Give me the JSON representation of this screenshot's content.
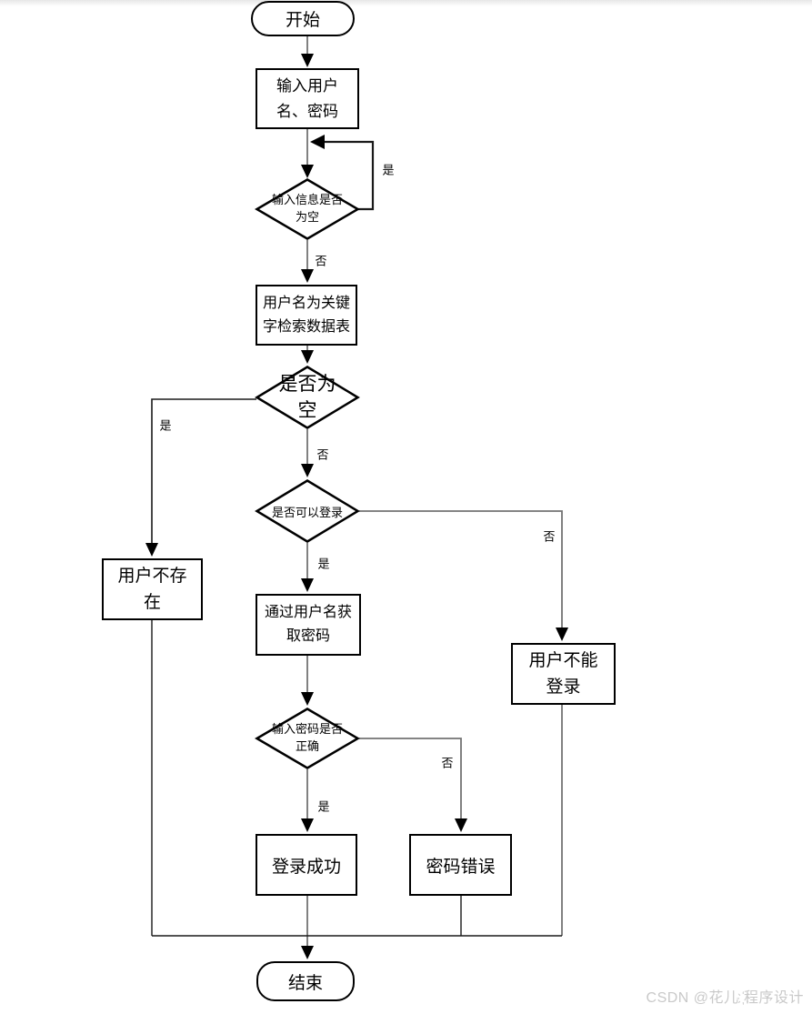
{
  "page": {
    "watermark": "CSDN @花儿 ҉程序设计"
  },
  "flowchart": {
    "nodes": [
      {
        "id": "start",
        "type": "terminator",
        "label": "开始"
      },
      {
        "id": "input-credentials",
        "type": "process",
        "label": "输入用户\n名、密码"
      },
      {
        "id": "check-input-empty",
        "type": "decision",
        "label": "输入信息是否\n为空"
      },
      {
        "id": "search-table",
        "type": "process",
        "label": "用户名为关键\n字检索数据表"
      },
      {
        "id": "check-result-empty",
        "type": "decision",
        "label": "是否为\n空"
      },
      {
        "id": "user-not-exist",
        "type": "process",
        "label": "用户不存\n在"
      },
      {
        "id": "check-can-login",
        "type": "decision",
        "label": "是否可以登录"
      },
      {
        "id": "get-password",
        "type": "process",
        "label": "通过用户名获\n取密码"
      },
      {
        "id": "user-cannot-login",
        "type": "process",
        "label": "用户不能\n登录"
      },
      {
        "id": "check-password-correct",
        "type": "decision",
        "label": "输入密码是否\n正确"
      },
      {
        "id": "login-success",
        "type": "process",
        "label": "登录成功"
      },
      {
        "id": "password-error",
        "type": "process",
        "label": "密码错误"
      },
      {
        "id": "end",
        "type": "terminator",
        "label": "结束"
      }
    ],
    "edge_labels": [
      {
        "id": "input-empty-yes-loop",
        "text": "是"
      },
      {
        "id": "input-empty-no",
        "text": "否"
      },
      {
        "id": "result-empty-yes",
        "text": "是"
      },
      {
        "id": "result-empty-no",
        "text": "否"
      },
      {
        "id": "can-login-yes",
        "text": "是"
      },
      {
        "id": "can-login-no",
        "text": "否"
      },
      {
        "id": "password-yes",
        "text": "是"
      },
      {
        "id": "password-no",
        "text": "否"
      }
    ],
    "colors": {
      "shape_border": "#000000",
      "connector_gray": "#737373",
      "connector_dark": "#1a1a1a",
      "watermark": "#c9c9c9"
    }
  }
}
